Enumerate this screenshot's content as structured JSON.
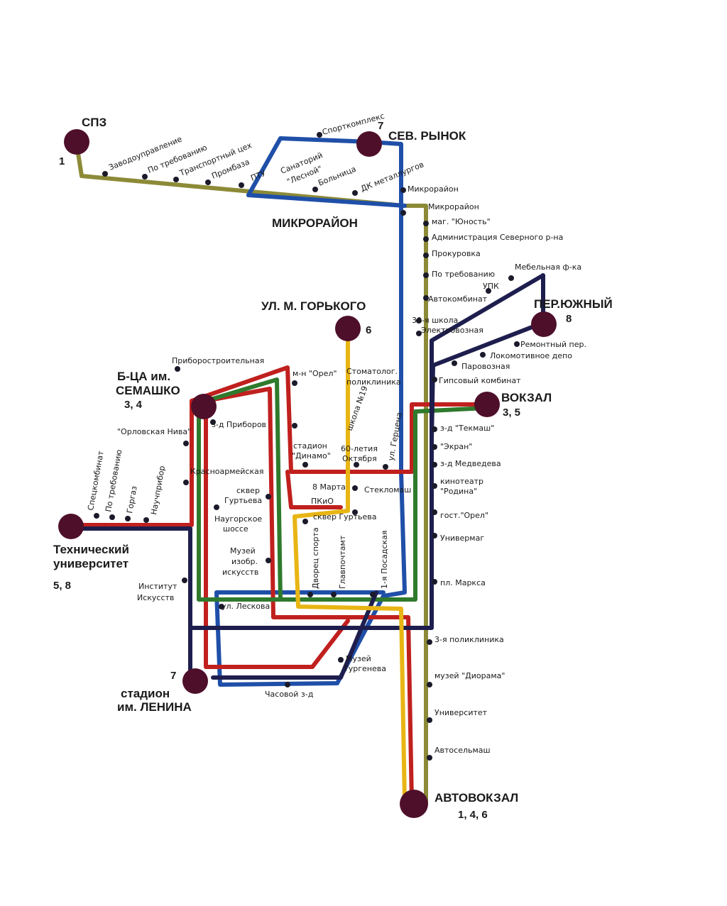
{
  "colors": {
    "olive": "#8c8a37",
    "blue": "#1f4fa8",
    "red": "#c0201e",
    "green": "#2f7a2c",
    "navy": "#1e1e4e",
    "yellow": "#e8b514",
    "terminal": "#4e0f2a",
    "stop": "#1a1a2a"
  },
  "terminals": {
    "spz": {
      "name": "СПЗ",
      "routes": "1"
    },
    "sev_rynok": {
      "name": "СЕВ. РЫНОК",
      "routes": "7"
    },
    "mikrorayon": {
      "name": "МИКРОРАЙОН"
    },
    "gorkogo": {
      "name": "УЛ. М. ГОРЬКОГО",
      "routes": "6"
    },
    "yuzhny": {
      "name": "ПЕР.ЮЖНЫЙ",
      "routes": "8"
    },
    "semashko": {
      "name1": "Б-ЦА им.",
      "name2": "СЕМАШКО",
      "routes": "3, 4"
    },
    "vokzal": {
      "name": "ВОКЗАЛ",
      "routes": "3, 5"
    },
    "tech_univ": {
      "name1": "Технический",
      "name2": "университет",
      "routes": "5, 8"
    },
    "stadion": {
      "name1": "стадион",
      "name2": "им. ЛЕНИНА",
      "routes": "7"
    },
    "avtovokzal": {
      "name": "АВТОВОКЗАЛ",
      "routes": "1, 4, 6"
    }
  },
  "stops": {
    "zavodoupr": "Заводоуправление",
    "po_treb1": "По требованию",
    "transp_tseh": "Транспортный цех",
    "prombaza": "Промбаза",
    "ptu": "ПТУ",
    "sanatoriy": "Санаторий",
    "lesnoy": "\"Лесной\"",
    "sportkompleks": "Спорткомплекс",
    "bolnitsa": "Больница",
    "dk": "ДК металлургов",
    "mikro1": "Микрорайон",
    "mikro2": "Микрорайон",
    "yunost": "маг. \"Юность\"",
    "admin": "Администрация Северного р-на",
    "prokurovka": "Прокуровка",
    "po_treb2": "По требованию",
    "mebel": "Мебельная ф-ка",
    "upk": "УПК",
    "avtokombinat": "Автокомбинат",
    "shkola30": "30-я школа",
    "elektrovoz": "Электровозная",
    "remontny": "Ремонтный пер.",
    "lokomotiv": "Локомотивное депо",
    "parovoz": "Паровозная",
    "gips": "Гипсовый комбинат",
    "tekmash": "з-д \"Текмаш\"",
    "ekran": "\"Экран\"",
    "medvedeva": "з-д Медведева",
    "kino1": "кинотеатр",
    "kino2": "\"Родина\"",
    "gost_orel": "гост.\"Орел\"",
    "univermag": "Универмаг",
    "pl_marksa": "пл. Маркса",
    "poliklinika3": "3-я поликлиника",
    "diorama": "музей \"Диорама\"",
    "universitet": "Университет",
    "avtoselmash": "Автосельмаш",
    "priborostr": "Приборостроительная",
    "m_orel": "м-н \"Орел\"",
    "stomat1": "Стоматолог.",
    "stomat2": "поликлиника",
    "shkola19": "школа №19",
    "gertsena": "ул. Герцена",
    "oktyabr1": "60-летия",
    "oktyabr2": "Октября",
    "dinamo1": "стадион",
    "dinamo2": "\"Динамо\"",
    "zd_priborov": "з-д Приборов",
    "orl_niva": "\"Орловская Нива\"",
    "krasnoarm": "Красноармейская",
    "skver_gurt1": "сквер",
    "skver_gurt2": "Гуртьева",
    "naugor1": "Наугорское",
    "naugor2": "шоссе",
    "muzey1": "Музей",
    "muzey2": "изобр.",
    "muzey3": "искусств",
    "marta": "8 Марта",
    "pkio": "ПКиО",
    "steklomash": "Стекломаш",
    "skver_gurt3": "сквер Гуртьева",
    "dvorets": "Дворец спорта",
    "glavpochtamt": "Главпочтамт",
    "posadskaya": "1-я Посадская",
    "spetskomb": "Спецкомбинат",
    "po_treb3": "По требованию",
    "gorgaz": "Горгаз",
    "nauchpribor": "Научприбор",
    "institut1": "Институт",
    "institut2": "Искусств",
    "leskova": "ул. Лескова",
    "turgenev1": "Музей",
    "turgenev2": "Тургенева",
    "chasovoy": "Часовой з-д"
  }
}
